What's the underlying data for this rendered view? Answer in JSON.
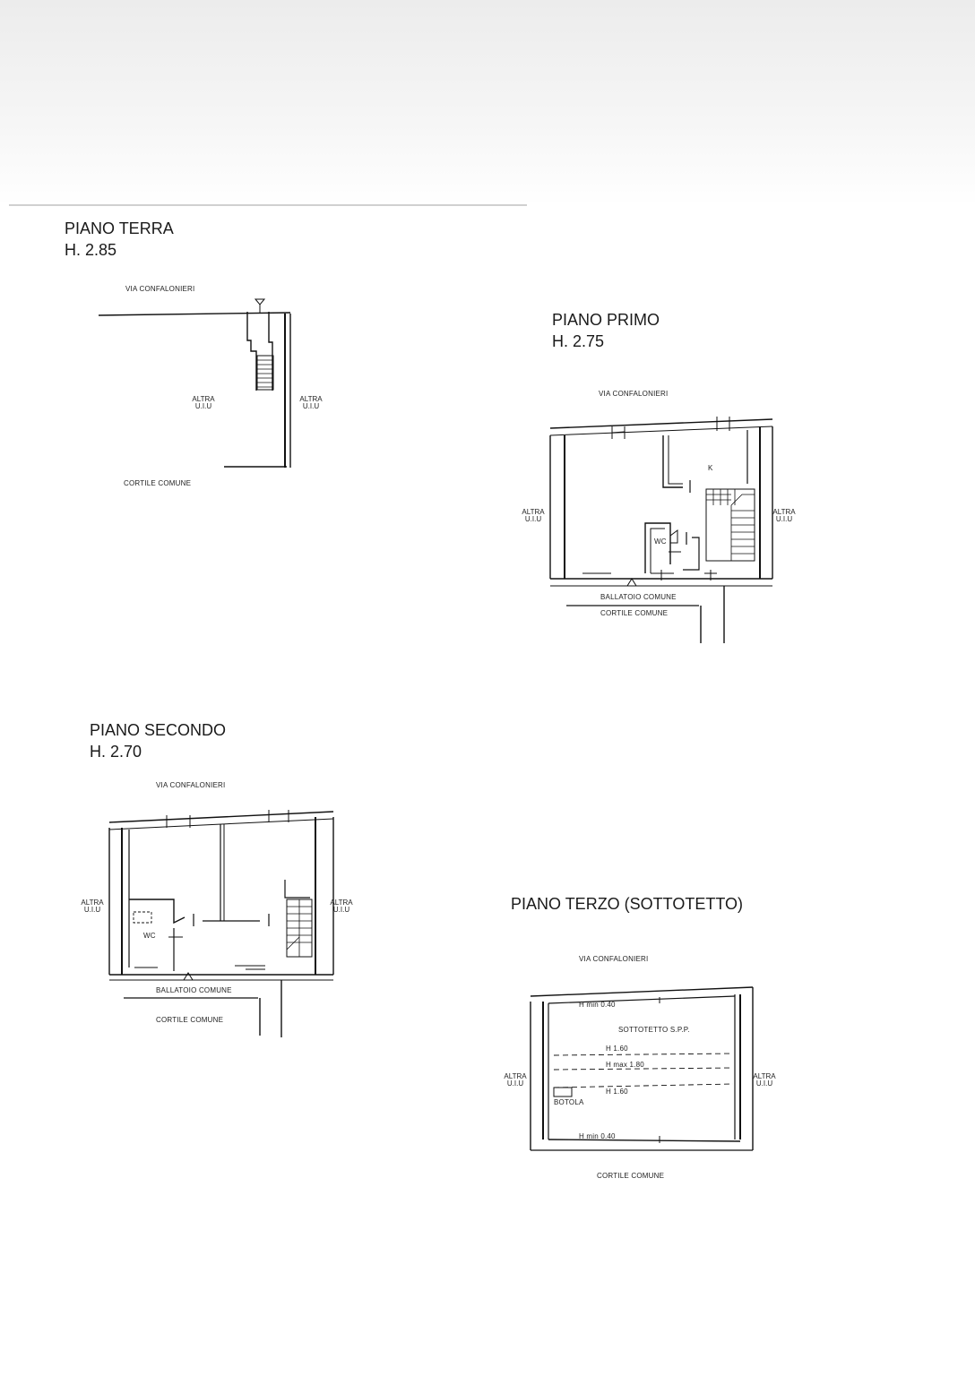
{
  "floors": {
    "terra": {
      "title": "PIANO TERRA",
      "height": "H. 2.85",
      "street": "VIA CONFALONIERI",
      "left_label_1": "ALTRA",
      "left_label_2": "U.I.U",
      "right_label_1": "ALTRA",
      "right_label_2": "U.I.U",
      "bottom": "CORTILE COMUNE"
    },
    "primo": {
      "title": "PIANO PRIMO",
      "height": "H. 2.75",
      "street": "VIA CONFALONIERI",
      "left_label_1": "ALTRA",
      "left_label_2": "U.I.U",
      "right_label_1": "ALTRA",
      "right_label_2": "U.I.U",
      "room_k": "K",
      "room_wc": "WC",
      "ballatoio": "BALLATOIO COMUNE",
      "bottom": "CORTILE COMUNE"
    },
    "secondo": {
      "title": "PIANO SECONDO",
      "height": "H. 2.70",
      "street": "VIA CONFALONIERI",
      "left_label_1": "ALTRA",
      "left_label_2": "U.I.U",
      "right_label_1": "ALTRA",
      "right_label_2": "U.I.U",
      "room_wc": "WC",
      "ballatoio": "BALLATOIO COMUNE",
      "bottom": "CORTILE COMUNE"
    },
    "terzo": {
      "title": "PIANO TERZO (SOTTOTETTO)",
      "street": "VIA CONFALONIERI",
      "left_label_1": "ALTRA",
      "left_label_2": "U.I.U",
      "right_label_1": "ALTRA",
      "right_label_2": "U.I.U",
      "room": "SOTTOTETTO S.P.P.",
      "h_min_top": "H min 0.40",
      "h_160_a": "H 1.60",
      "h_max": "H max 1.80",
      "h_160_b": "H 1.60",
      "botola": "BOTOLA",
      "h_min_bottom": "H min 0.40",
      "bottom": "CORTILE COMUNE"
    }
  }
}
